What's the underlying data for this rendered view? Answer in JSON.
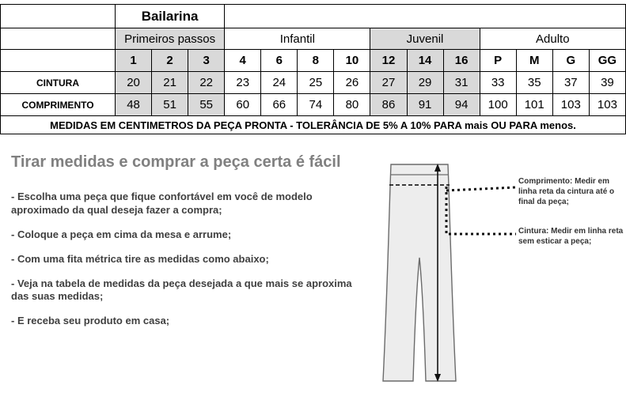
{
  "table": {
    "title": "Bailarina",
    "groups": [
      {
        "label": "Primeiros passos",
        "shaded": true,
        "sizes": [
          "1",
          "2",
          "3"
        ]
      },
      {
        "label": "Infantil",
        "shaded": false,
        "sizes": [
          "4",
          "6",
          "8",
          "10"
        ]
      },
      {
        "label": "Juvenil",
        "shaded": true,
        "sizes": [
          "12",
          "14",
          "16"
        ]
      },
      {
        "label": "Adulto",
        "shaded": false,
        "sizes": [
          "P",
          "M",
          "G",
          "GG"
        ]
      }
    ],
    "rows": [
      {
        "label": "CINTURA",
        "values": [
          "20",
          "21",
          "22",
          "23",
          "24",
          "25",
          "26",
          "27",
          "29",
          "31",
          "33",
          "35",
          "37",
          "39"
        ]
      },
      {
        "label": "COMPRIMENTO",
        "values": [
          "48",
          "51",
          "55",
          "60",
          "66",
          "74",
          "80",
          "86",
          "91",
          "94",
          "100",
          "101",
          "103",
          "103"
        ]
      }
    ],
    "footnote": "MEDIDAS EM CENTIMETROS DA PEÇA PRONTA - TOLERÂNCIA DE 5% A 10% PARA mais OU PARA menos."
  },
  "instructions": {
    "heading": "Tirar medidas e comprar a peça certa é fácil",
    "items": [
      "- Escolha uma peça que fique confortável em você de modelo aproximado da qual deseja fazer a compra;",
      "- Coloque a peça em cima da mesa e arrume;",
      "- Com uma fita métrica tire as medidas como abaixo;",
      "- Veja na tabela de medidas da peça desejada a que mais se aproxima das suas medidas;",
      "- E receba seu produto em casa;"
    ]
  },
  "diagram": {
    "labels": [
      "Comprimento: Medir em linha reta da cintura até o final da peça;",
      "Cintura: Medir em linha reta sem esticar a peça;"
    ]
  },
  "colors": {
    "shade": "#d9d9d9",
    "heading_gray": "#808080"
  }
}
